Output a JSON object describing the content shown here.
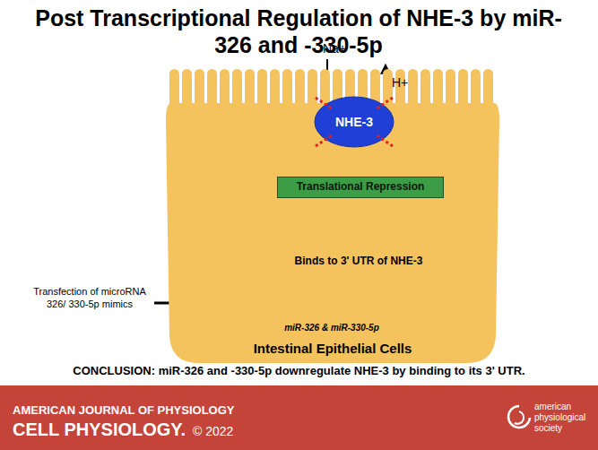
{
  "diagram": {
    "title": "Post Transcriptional Regulation of NHE-3 by miR-326 and -330-5p",
    "caption": "CONCLUSION: miR-326 and -330-5p downregulate NHE-3 by binding to its 3' UTR.",
    "nodes": [
      {
        "text": [
          "Intestinal Epithelial Cells"
        ]
      },
      {
        "text": [
          "NHE-3"
        ],
        "in": 0
      },
      {
        "text": [
          "Translational Repression"
        ],
        "in": 0
      },
      {
        "text": [
          "AMERICAN JOURNAL OF PHYSIOLOGY",
          "CELL PHYSIOLOGY.",
          "© 2022",
          "american physiological society"
        ]
      }
    ],
    "edges": [
      {
        "from": 2,
        "to": 1,
        "arrow": "to"
      }
    ],
    "labels": [
      "Na+",
      "H+",
      "Binds to 3' UTR of NHE-3",
      "Transfection of microRNA 326/ 330-5p mimics",
      "miR-326 & miR-330-5p"
    ]
  }
}
